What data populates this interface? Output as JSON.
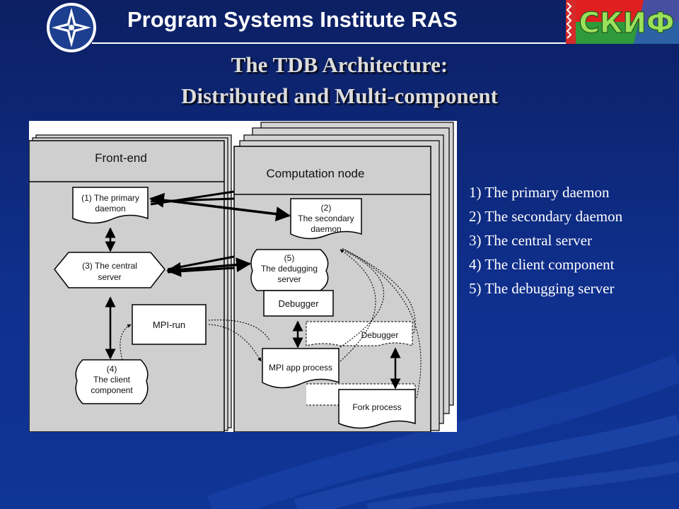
{
  "header": {
    "institute": "Program Systems Institute RAS",
    "logo_right_text": "СКИФ"
  },
  "slide": {
    "title_line1": "The TDB Architecture:",
    "title_line2": "Distributed and Multi-component"
  },
  "diagram": {
    "frontend_label": "Front-end",
    "computation_node_label": "Computation node",
    "primary_daemon": {
      "line1": "(1) The primary",
      "line2": "daemon"
    },
    "central_server": {
      "line1": "(3) The central",
      "line2": "server"
    },
    "mpi_run": "MPI-run",
    "client_component": {
      "line1": "(4)",
      "line2": "The client",
      "line3": "component"
    },
    "secondary_daemon": {
      "line1": "(2)",
      "line2": "The secondary",
      "line3": "daemon"
    },
    "debugging_server": {
      "line1": "(5)",
      "line2": "The dedugging",
      "line3": "server"
    },
    "debugger_1": "Debugger",
    "debugger_2": "Debugger",
    "mpi_app_process": "MPI app process",
    "fork_process": "Fork process"
  },
  "legend": [
    "1) The primary daemon",
    "2) The secondary daemon",
    "3) The central server",
    "4) The client component",
    "5) The debugging server"
  ],
  "colors": {
    "background": "#0f2a80",
    "title_text": "#dcdcdc",
    "header_text": "#ffffff",
    "logo_blue": "#1c3f8f",
    "skif_red": "#e02020",
    "skif_green": "#2e9a3a"
  }
}
